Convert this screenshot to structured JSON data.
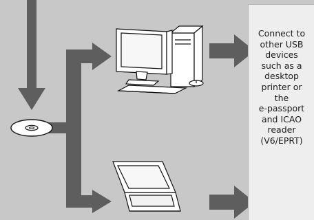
{
  "diagram": {
    "description_lines": [
      "Connect to",
      "other USB",
      "devices",
      "such as a",
      "desktop",
      "printer or",
      "the",
      "e-passport",
      "and ICAO",
      "reader",
      "(V6/EPRT)"
    ],
    "colors": {
      "background": "#c8c8c8",
      "arrow": "#5e5e5e",
      "box": "#eeeeee",
      "device_stroke": "#111111",
      "device_fill": "#ffffff"
    },
    "icons": [
      "disc-icon",
      "desktop-computer-icon",
      "laptop-icon"
    ]
  }
}
